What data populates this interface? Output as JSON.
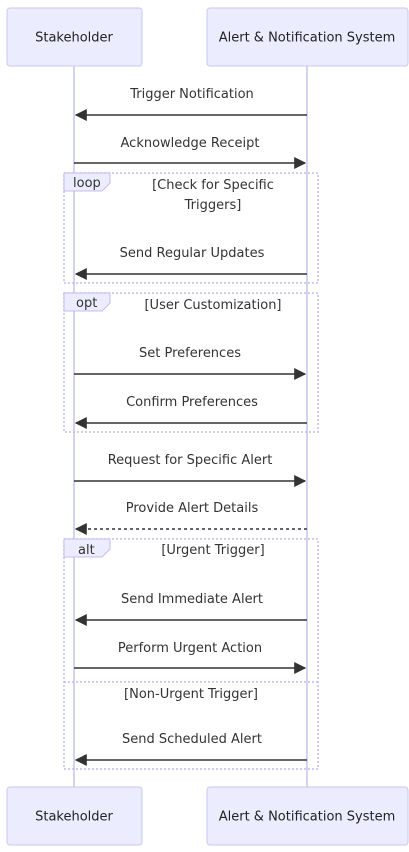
{
  "participants": {
    "stakeholder": "Stakeholder",
    "system": "Alert & Notification System"
  },
  "messages": {
    "m1": "Trigger Notification",
    "m2": "Acknowledge Receipt",
    "m3": "Send Regular Updates",
    "m4": "Set Preferences",
    "m5": "Confirm Preferences",
    "m6": "Request for Specific Alert",
    "m7": "Provide Alert Details",
    "m8": "Send Immediate Alert",
    "m9": "Perform Urgent Action",
    "m10": "Send Scheduled Alert"
  },
  "frames": {
    "loop": {
      "keyword": "loop",
      "condition_line1": "[Check for Specific",
      "condition_line2": "Triggers]"
    },
    "opt": {
      "keyword": "opt",
      "condition": "[User Customization]"
    },
    "alt": {
      "keyword": "alt",
      "condition": "[Urgent Trigger]",
      "else_condition": "[Non-Urgent Trigger]"
    }
  }
}
